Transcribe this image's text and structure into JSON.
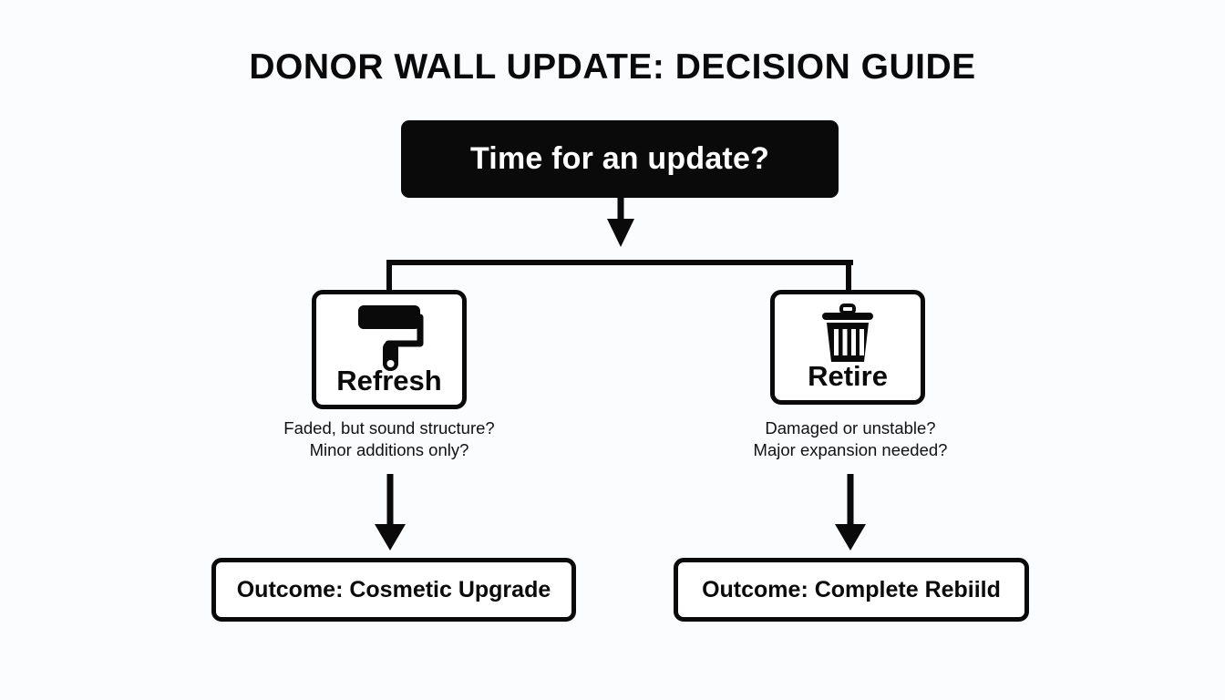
{
  "page": {
    "title": "DONOR WALL UPDATE: DECISION GUIDE",
    "background_color": "#fbfcfd",
    "ink_color": "#0a0a0a"
  },
  "diagram": {
    "type": "decision-flowchart",
    "root": {
      "label": "Time for an update?",
      "fill": "#0a0a0a",
      "text_color": "#ffffff"
    },
    "branches": [
      {
        "id": "refresh",
        "label": "Refresh",
        "icon": "paint-roller-icon",
        "criteria": [
          "Faded, but sound structure?",
          "Minor additions only?"
        ],
        "outcome": "Outcome: Cosmetic Upgrade"
      },
      {
        "id": "retire",
        "label": "Retire",
        "icon": "trash-can-icon",
        "criteria": [
          "Damaged or unstable?",
          "Major expansion needed?"
        ],
        "outcome": "Outcome: Complete Rebiild"
      }
    ]
  }
}
